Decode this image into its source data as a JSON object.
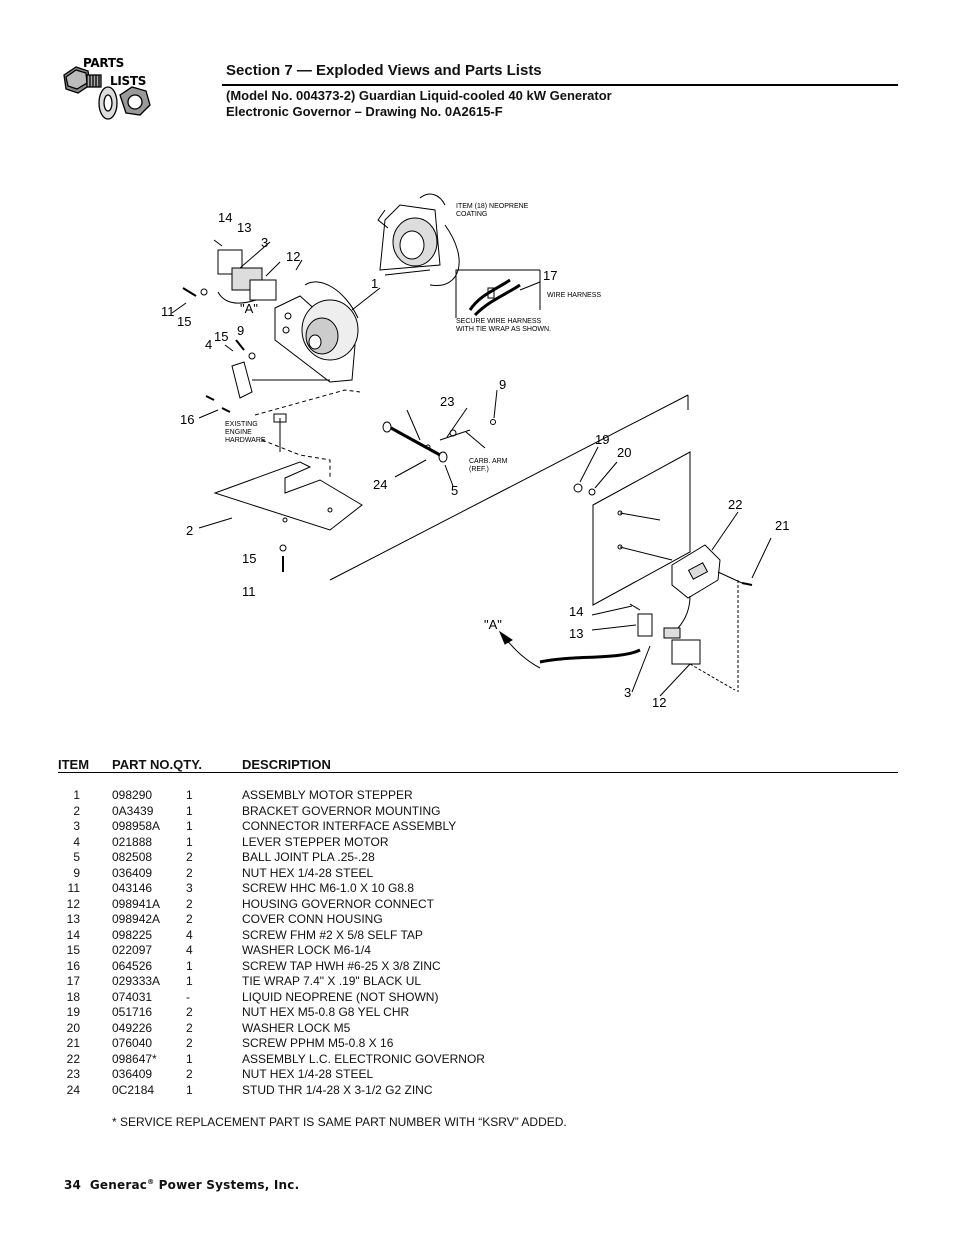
{
  "logo": {
    "word1": "PARTS",
    "word2": "LISTS"
  },
  "header": {
    "section_title": "Section 7 — Exploded Views and Parts Lists",
    "subtitle1": "(Model No. 004373-2) Guardian Liquid-cooled 40 kW Generator",
    "subtitle2": "Electronic Governor – Drawing No. 0A2615-F"
  },
  "diagram": {
    "callouts": {
      "c14a": "14",
      "c13a": "13",
      "c3a": "3",
      "c12a": "12",
      "c1": "1",
      "c11a": "11",
      "c15a": "15",
      "cA1": "\"A\"",
      "c15b": "15",
      "c9a": "9",
      "c4": "4",
      "c16": "16",
      "c23": "23",
      "c9b": "9",
      "c24": "24",
      "c5": "5",
      "c2": "2",
      "c15c": "15",
      "c11b": "11",
      "c19": "19",
      "c20": "20",
      "c22": "22",
      "c21": "21",
      "c17": "17",
      "c14b": "14",
      "c13b": "13",
      "cA2": "\"A\"",
      "c3b": "3",
      "c12b": "12"
    },
    "notes": {
      "neoprene1": "ITEM (18) NEOPRENE",
      "neoprene2": "COATING",
      "wire_harness": "WIRE HARNESS",
      "secure1": "SECURE WIRE HARNESS",
      "secure2": "WITH TIE WRAP AS SHOWN.",
      "existing1": "EXISTING",
      "existing2": "ENGINE",
      "existing3": "HARDWARE",
      "carb1": "CARB. ARM",
      "carb2": "(REF.)"
    }
  },
  "table": {
    "headers": {
      "item": "ITEM",
      "partqty": "PART NO.QTY.",
      "desc": "DESCRIPTION"
    },
    "rows": [
      {
        "item": "1",
        "part": "098290",
        "qty": "1",
        "desc": "ASSEMBLY MOTOR STEPPER"
      },
      {
        "item": "2",
        "part": "0A3439",
        "qty": "1",
        "desc": "BRACKET GOVERNOR MOUNTING"
      },
      {
        "item": "3",
        "part": "098958A",
        "qty": "1",
        "desc": "CONNECTOR INTERFACE ASSEMBLY"
      },
      {
        "item": "4",
        "part": "021888",
        "qty": "1",
        "desc": "LEVER STEPPER MOTOR"
      },
      {
        "item": "5",
        "part": "082508",
        "qty": "2",
        "desc": "BALL JOINT PLA .25-.28"
      },
      {
        "item": "9",
        "part": "036409",
        "qty": "2",
        "desc": "NUT HEX 1/4-28 STEEL"
      },
      {
        "item": "11",
        "part": "043146",
        "qty": "3",
        "desc": "SCREW HHC M6-1.0 X 10 G8.8"
      },
      {
        "item": "12",
        "part": "098941A",
        "qty": "2",
        "desc": "HOUSING GOVERNOR CONNECT"
      },
      {
        "item": "13",
        "part": "098942A",
        "qty": "2",
        "desc": "COVER CONN HOUSING"
      },
      {
        "item": "14",
        "part": "098225",
        "qty": "4",
        "desc": "SCREW FHM #2 X 5/8 SELF TAP"
      },
      {
        "item": "15",
        "part": "022097",
        "qty": "4",
        "desc": "WASHER LOCK M6-1/4"
      },
      {
        "item": "16",
        "part": "064526",
        "qty": "1",
        "desc": "SCREW TAP HWH #6-25 X 3/8 ZINC"
      },
      {
        "item": "17",
        "part": "029333A",
        "qty": "1",
        "desc": "TIE WRAP 7.4\" X .19\" BLACK UL"
      },
      {
        "item": "18",
        "part": "074031",
        "qty": "-",
        "desc": "LIQUID NEOPRENE (NOT SHOWN)"
      },
      {
        "item": "19",
        "part": "051716",
        "qty": "2",
        "desc": "NUT HEX M5-0.8 G8 YEL CHR"
      },
      {
        "item": "20",
        "part": "049226",
        "qty": "2",
        "desc": "WASHER LOCK M5"
      },
      {
        "item": "21",
        "part": "076040",
        "qty": "2",
        "desc": "SCREW PPHM M5-0.8 X 16"
      },
      {
        "item": "22",
        "part": "098647*",
        "qty": "1",
        "desc": "ASSEMBLY L.C. ELECTRONIC GOVERNOR"
      },
      {
        "item": "23",
        "part": "036409",
        "qty": "2",
        "desc": "NUT HEX 1/4-28 STEEL"
      },
      {
        "item": "24",
        "part": "0C2184",
        "qty": "1",
        "desc": "STUD THR 1/4-28 X 3-1/2 G2 ZINC"
      }
    ],
    "footnote": "* SERVICE REPLACEMENT PART IS SAME PART NUMBER WITH “KSRV” ADDED."
  },
  "footer": {
    "page": "34",
    "company": "Generac",
    "reg": "®",
    "company_rest": "Power Systems, Inc."
  }
}
